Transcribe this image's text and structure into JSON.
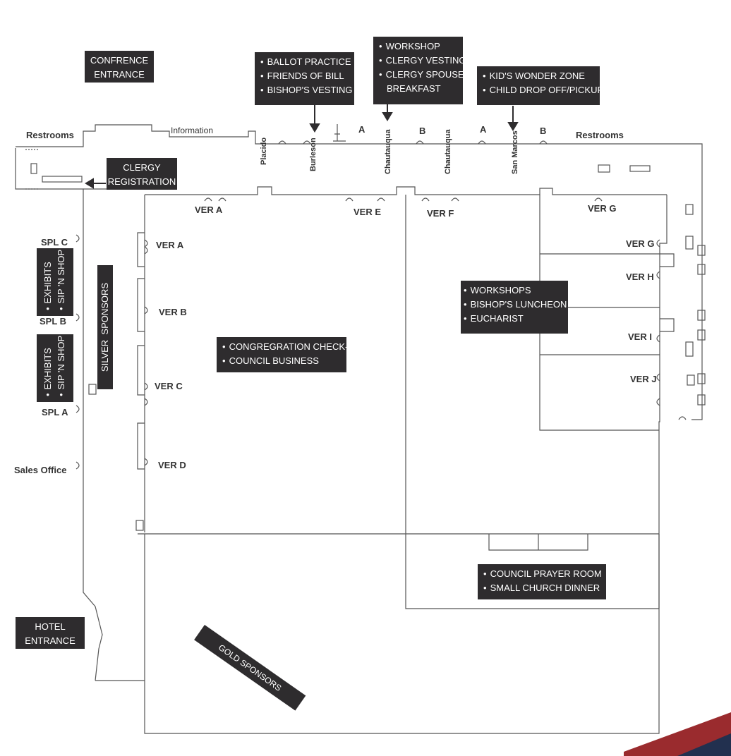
{
  "entrances": {
    "conference": "CONFRENCE\nENTRANCE",
    "hotel": "HOTEL\nENTRANCE"
  },
  "clergy_registration": "CLERGY\nREGISTRATION",
  "callouts": {
    "ballot": [
      "BALLOT PRACTICE",
      "FRIENDS OF BILL",
      "BISHOP'S VESTING"
    ],
    "workshop": [
      "WORKSHOP",
      "CLERGY VESTING",
      "CLERGY SPOUSE",
      "BREAKFAST"
    ],
    "kids": [
      "KID'S WONDER ZONE",
      "CHILD DROP OFF/PICKUP"
    ],
    "congregation": [
      "CONGREGRATION CHECK-IN",
      "COUNCIL BUSINESS"
    ],
    "workshops": [
      "WORKSHOPS",
      "BISHOP'S LUNCHEON",
      "EUCHARIST"
    ],
    "prayer": [
      "COUNCIL PRAYER ROOM",
      "SMALL CHURCH DINNER"
    ],
    "exhibits_upper": [
      "EXHIBITS",
      "SIP 'N SHOP"
    ],
    "exhibits_lower": [
      "EXHIBITS",
      "SIP 'N SHOP"
    ],
    "silver": "SILVER  SPONSORS",
    "gold": "GOLD SPONSORS"
  },
  "labels": {
    "restrooms_left": "Restrooms",
    "restrooms_right": "Restrooms",
    "information": "Information",
    "sales_office": "Sales Office",
    "placido": "Placido",
    "burleson": "Burleson",
    "chautauqua_1": "Chautauqua",
    "chautauqua_2": "Chautauqua",
    "san_marcos": "San Marcos",
    "a1": "A",
    "b1": "B",
    "a2": "A",
    "b2": "B"
  },
  "rooms": {
    "ver_a_top": "VER A",
    "ver_e": "VER E",
    "ver_f": "VER F",
    "ver_g_top": "VER G",
    "ver_a_side": "VER A",
    "ver_b": "VER B",
    "ver_c": "VER C",
    "ver_d": "VER D",
    "ver_g_side": "VER G",
    "ver_h": "VER H",
    "ver_i": "VER I",
    "ver_j": "VER J",
    "spl_c": "SPL C",
    "spl_b": "SPL B",
    "spl_a": "SPL A"
  },
  "colors": {
    "box_bg": "#2e2c2e",
    "wall": "#555555",
    "accent_red": "#9a2b2e",
    "accent_navy": "#22304f"
  }
}
